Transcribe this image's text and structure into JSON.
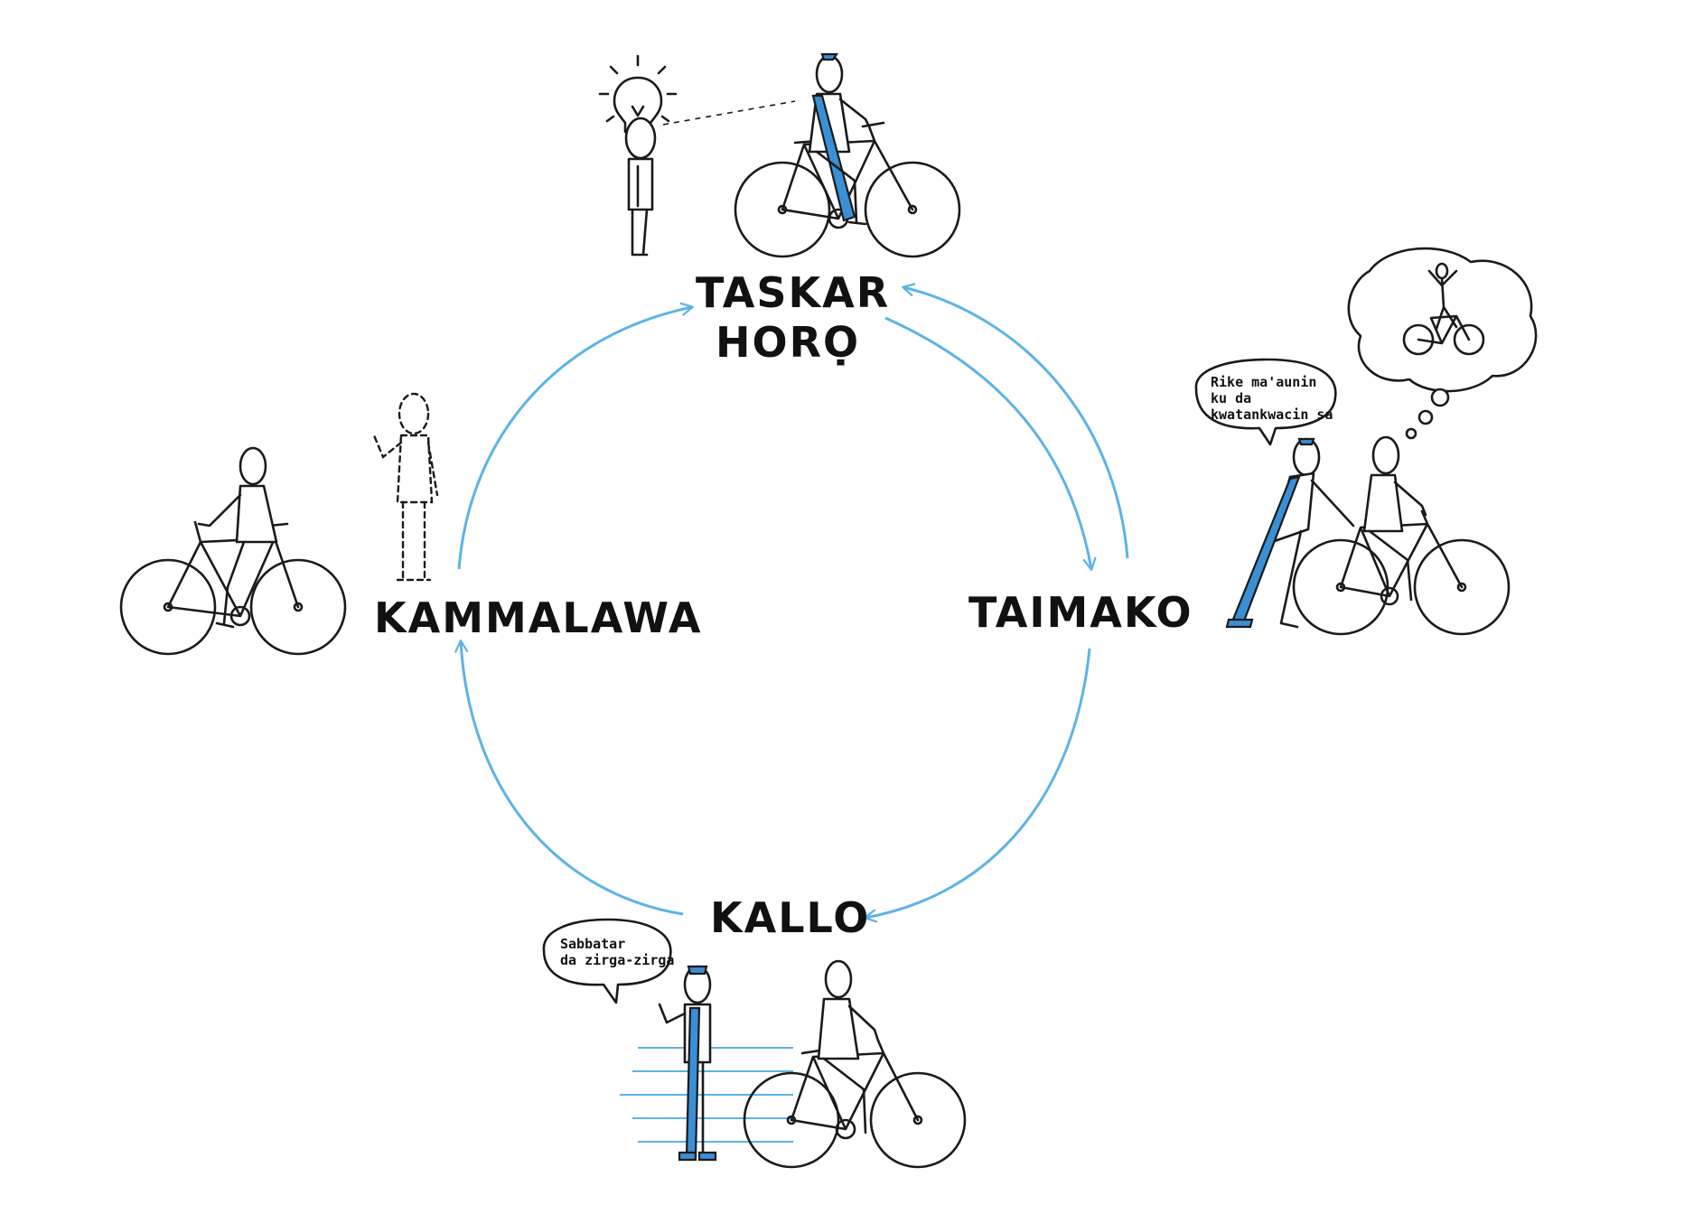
{
  "diagram": {
    "stages": [
      {
        "id": "taskar-horo",
        "lines": [
          "TASKAR",
          "HORỌ"
        ]
      },
      {
        "id": "taimako",
        "lines": [
          "TAIMAKO"
        ]
      },
      {
        "id": "kallo",
        "lines": [
          "KALLO"
        ]
      },
      {
        "id": "kammalawa",
        "lines": [
          "KAMMALAWA"
        ]
      }
    ],
    "bubbles": {
      "taimako": [
        "Rike ma'aunin",
        "ku da",
        "kwatankwacin sa"
      ],
      "kallo": [
        "Sabbatar",
        "da zirga-zirga"
      ]
    },
    "colors": {
      "arrow": "#5db3e6",
      "accent": "#3a8fd6",
      "ink": "#1a1a1a",
      "background": "#ffffff"
    },
    "icons": {
      "idea": "lightbulb-icon",
      "thought": "thought-cloud-icon"
    }
  }
}
